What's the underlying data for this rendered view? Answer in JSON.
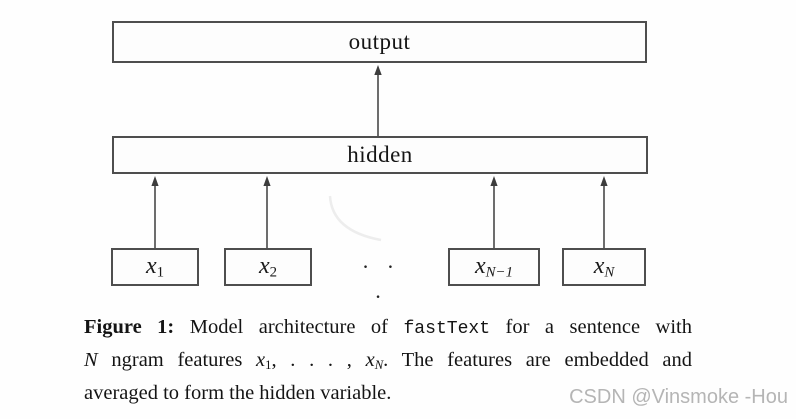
{
  "figure": {
    "output_label": "output",
    "hidden_label": "hidden",
    "ellipsis": "· · ·",
    "inputs": [
      {
        "segments": [
          {
            "t": "x",
            "s": "italic"
          },
          {
            "t": "1",
            "s": "sub"
          }
        ]
      },
      {
        "segments": [
          {
            "t": "x",
            "s": "italic"
          },
          {
            "t": "2",
            "s": "sub"
          }
        ]
      },
      {
        "segments": [
          {
            "t": "x",
            "s": "italic"
          },
          {
            "t": "N−1",
            "s": "subi"
          }
        ]
      },
      {
        "segments": [
          {
            "t": "x",
            "s": "italic"
          },
          {
            "t": "N",
            "s": "subi"
          }
        ]
      }
    ]
  },
  "caption": {
    "line1": [
      {
        "t": "Figure 1:",
        "s": "b"
      },
      {
        "t": " Model architecture of ",
        "s": "r"
      },
      {
        "t": "fastText",
        "s": "m"
      },
      {
        "t": " for a sentence with",
        "s": "r"
      }
    ],
    "line2": [
      {
        "t": "N",
        "s": "italic"
      },
      {
        "t": " ngram features ",
        "s": "r"
      },
      {
        "t": "x",
        "s": "italic"
      },
      {
        "t": "1",
        "s": "sub"
      },
      {
        "t": ", . . . , ",
        "s": "r"
      },
      {
        "t": "x",
        "s": "italic"
      },
      {
        "t": "N",
        "s": "subi"
      },
      {
        "t": ". The features are embedded and",
        "s": "r"
      }
    ],
    "line3": [
      {
        "t": "averaged to form the hidden variable.",
        "s": "r"
      }
    ]
  },
  "watermark": {
    "text": "CSDN @Vinsmoke -Hou",
    "color": "#b5b5b5"
  },
  "colors": {
    "box_border": "#4e4e4e",
    "arrow_line": "#3d3d3d",
    "background": "#fefefe"
  }
}
